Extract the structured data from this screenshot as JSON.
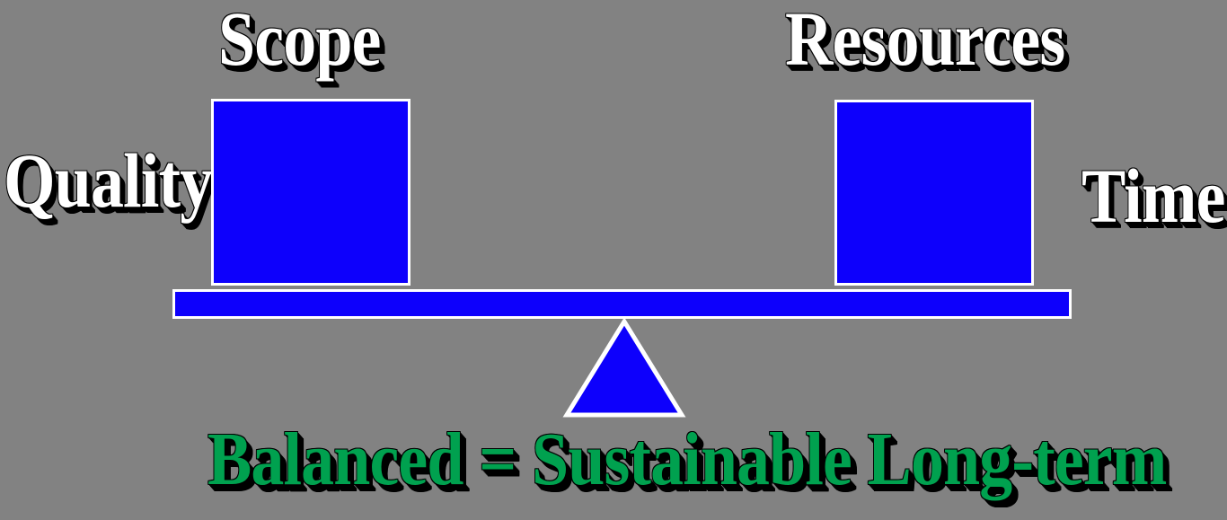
{
  "diagram": {
    "type": "balance-scale",
    "background_color": "#828282",
    "labels": {
      "top_left": "Scope",
      "top_right": "Resources",
      "mid_left": "Quality",
      "mid_right": "Time",
      "caption": "Balanced = Sustainable Long-term"
    },
    "colors": {
      "pan_fill": "#0D00FC",
      "pan_stroke": "#FFFFFF",
      "beam_fill": "#0D00FC",
      "beam_stroke": "#FFFFFF",
      "fulcrum_fill": "#0D00FC",
      "fulcrum_stroke": "#FFFFFF",
      "label_text": "#FFFFFF",
      "label_shadow": "#000000",
      "caption_text": "#00A14F",
      "caption_shadow": "#000000"
    },
    "elements": {
      "left_pan": "left-weight-box",
      "right_pan": "right-weight-box",
      "beam": "balance-beam",
      "fulcrum": "triangle-fulcrum"
    },
    "state": "balanced"
  }
}
